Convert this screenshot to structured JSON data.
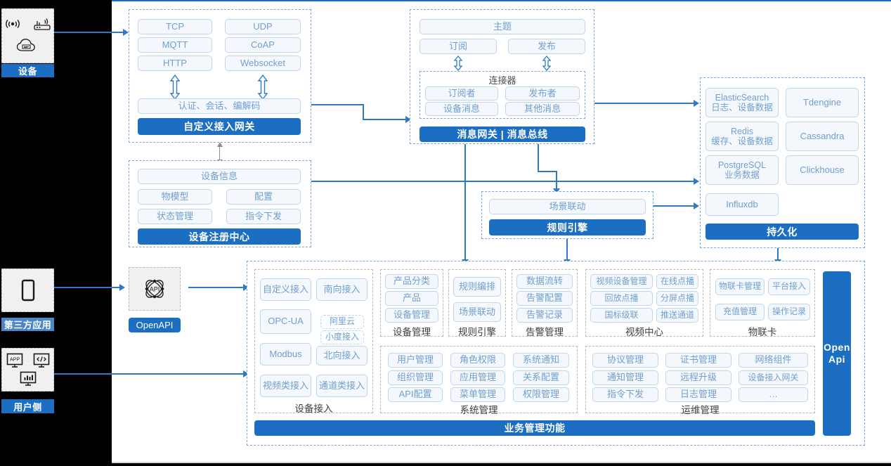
{
  "colors": {
    "primary": "#1b6ec2",
    "chip_text": "#6f9fd0",
    "chip_fill": "#f4f8fc",
    "chip_border": "#bdd6ec",
    "connector": "#2e7bc4",
    "rail_fill": "#f0f0f0"
  },
  "rail": {
    "device": {
      "label": "设备",
      "icons": [
        "signal-waves-icon",
        "router-icon",
        "cloud-icon"
      ]
    },
    "third_party": {
      "label": "第三方应用",
      "icons": [
        "mobile-phone-icon"
      ]
    },
    "user_side": {
      "label": "用户侧",
      "icons": [
        "app-monitor-icon",
        "code-monitor-icon",
        "chart-monitor-icon"
      ]
    }
  },
  "openapi": {
    "label": "OpenAPI",
    "icon": "api-atom-icon"
  },
  "gateway": {
    "protocols": [
      "TCP",
      "UDP",
      "MQTT",
      "CoAP",
      "HTTP",
      "Websocket"
    ],
    "middle": "认证、会话、编解码",
    "bar": "自定义接入网关"
  },
  "message": {
    "topic": "主题",
    "subscribe": "订阅",
    "publish": "发布",
    "connector_title": "连接器",
    "connector_items": [
      "订阅者",
      "发布者",
      "设备消息",
      "其他消息"
    ],
    "bar": "消息网关 | 消息总线"
  },
  "registry": {
    "info": "设备信息",
    "items": [
      "物模型",
      "配置",
      "状态管理",
      "指令下发"
    ],
    "bar": "设备注册中心"
  },
  "rule_engine": {
    "scene": "场景联动",
    "bar": "规则引擎"
  },
  "persistence": {
    "stores": [
      {
        "name": "ElasticSearch",
        "desc": "日志、设备数据"
      },
      {
        "name": "Tdengine",
        "desc": ""
      },
      {
        "name": "Redis",
        "desc": "缓存、设备数据"
      },
      {
        "name": "Cassandra",
        "desc": ""
      },
      {
        "name": "PostgreSQL",
        "desc": "业务数据"
      },
      {
        "name": "Clickhouse",
        "desc": ""
      },
      {
        "name": "Influxdb",
        "desc": ""
      }
    ],
    "bar": "持久化"
  },
  "business": {
    "open_api_vertical": "Open\nApi",
    "footer_bar": "业务管理功能",
    "device_access": {
      "title": "设备接入",
      "items": [
        "自定义接入",
        "南向接入",
        "OPC-UA",
        "Modbus",
        "视频类接入",
        "通道类接入",
        "北向接入"
      ],
      "nested": [
        "阿里云",
        "小度接入"
      ]
    },
    "device_manage": {
      "title": "设备管理",
      "items": [
        "产品分类",
        "产品",
        "设备管理"
      ]
    },
    "rule_engine": {
      "title": "规则引擎",
      "items": [
        "规则编排",
        "场景联动"
      ]
    },
    "alarm": {
      "title": "告警管理",
      "items": [
        "数据流转",
        "告警配置",
        "告警记录"
      ]
    },
    "video": {
      "title": "视频中心",
      "items": [
        "视频设备管理",
        "在线点播",
        "回放点播",
        "分屏点播",
        "国标级联",
        "推送通道"
      ]
    },
    "iot_card": {
      "title": "物联卡",
      "items": [
        "物联卡管理",
        "平台接入",
        "充值管理",
        "操作记录"
      ]
    },
    "system": {
      "title": "系统管理",
      "items": [
        "用户管理",
        "角色权限",
        "系统通知",
        "组织管理",
        "应用管理",
        "关系配置",
        "API配置",
        "菜单管理",
        "权限管理"
      ]
    },
    "ops": {
      "title": "运维管理",
      "items": [
        "协议管理",
        "证书管理",
        "网络组件",
        "通知管理",
        "远程升级",
        "设备接入网关",
        "指令下发",
        "日志管理",
        "…"
      ]
    }
  }
}
